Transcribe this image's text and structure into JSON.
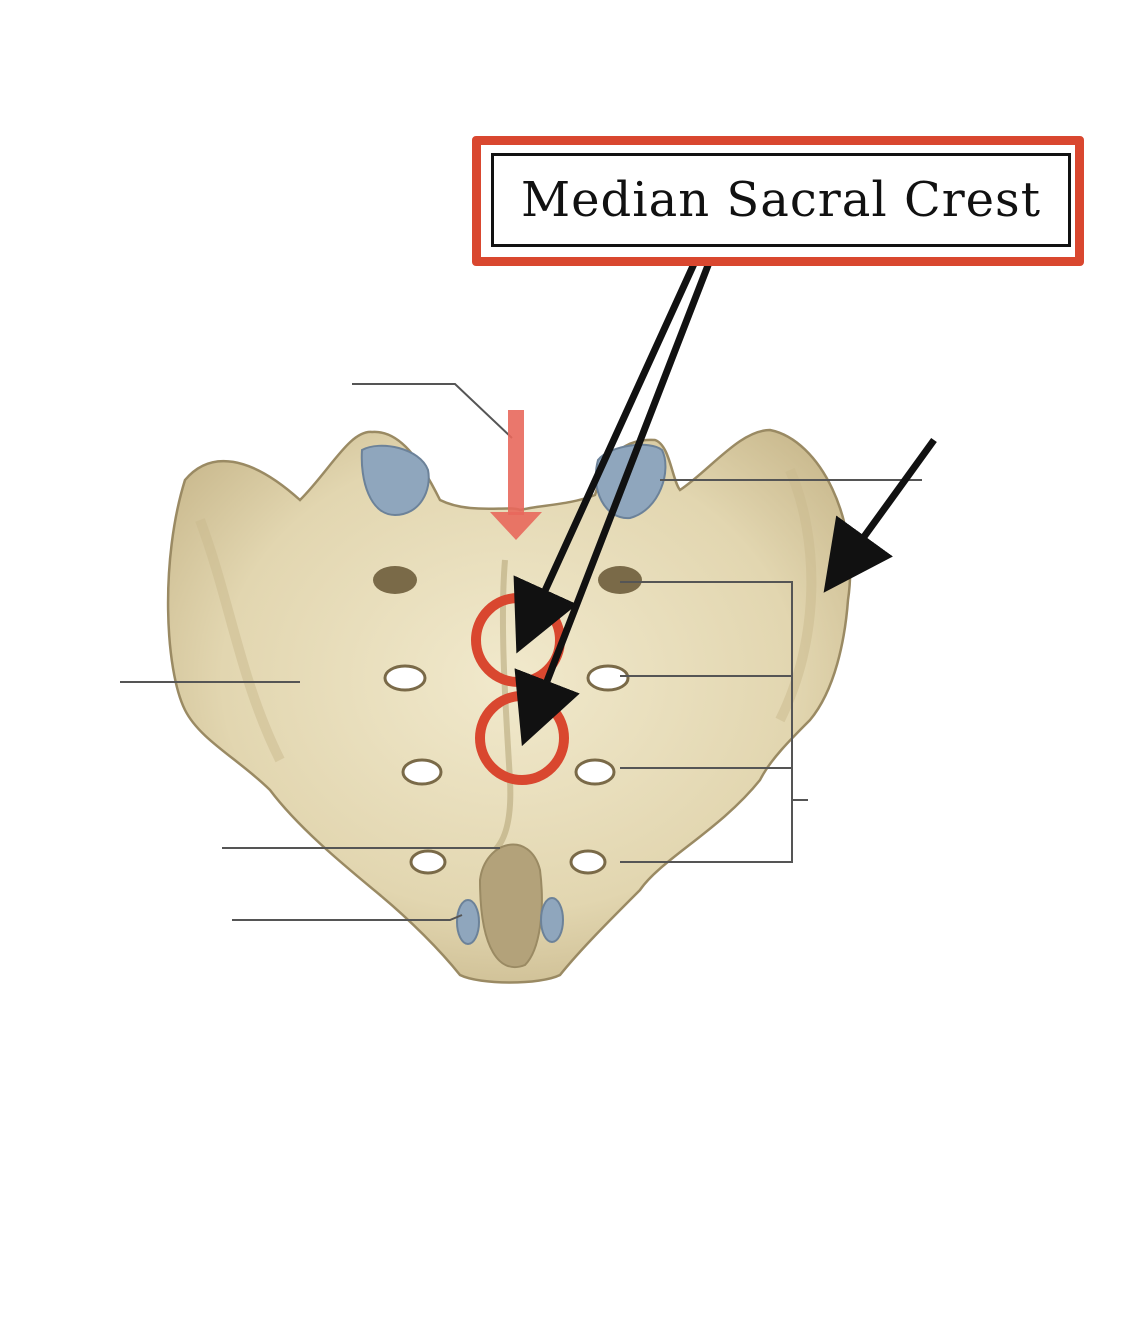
{
  "callout": {
    "label": "Median Sacral Crest"
  },
  "colors": {
    "bone": "#e6dcbb",
    "bone_shadow": "#c9b98e",
    "bone_outline": "#9a8a63",
    "articular_blue": "#8fa6bd",
    "highlight_red": "#d9472f",
    "pointer_red": "#e8685c",
    "arrow_black": "#111111",
    "leader_gray": "#555555"
  },
  "icons": {
    "sacrum": "sacrum-bone-illustration",
    "circle_marker": "red-circle-marker",
    "arrow": "black-pointer-arrow"
  }
}
